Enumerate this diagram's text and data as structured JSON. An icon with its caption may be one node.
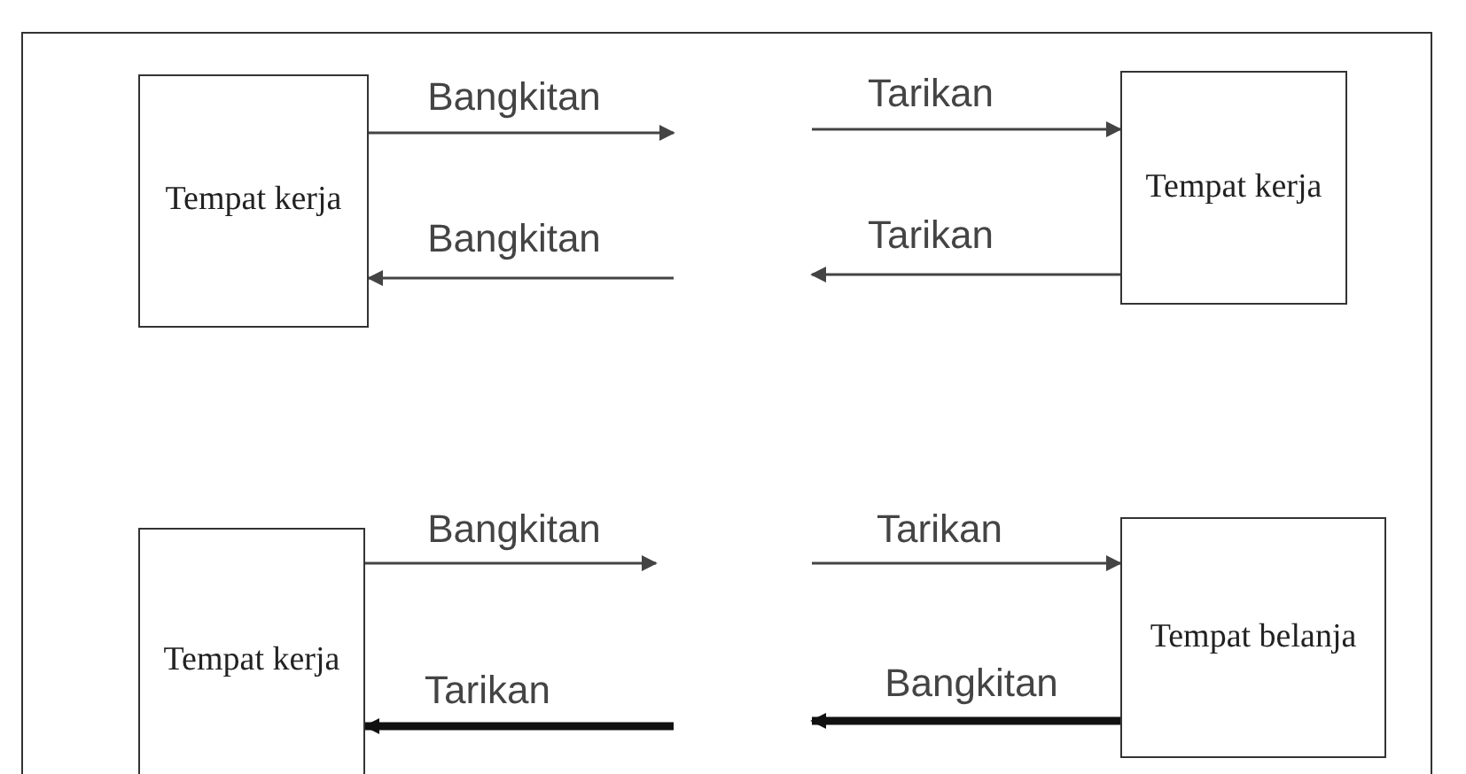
{
  "diagram": {
    "nodes": [
      {
        "text": [
          "Tempat kerja"
        ]
      },
      {
        "text": [
          "Tempat kerja"
        ]
      },
      {
        "text": [
          "Tempat kerja"
        ]
      },
      {
        "text": [
          "Tempat belanja"
        ]
      }
    ],
    "edges": [
      {
        "from": 0,
        "to": null,
        "arrow": "to",
        "label": "Bangkitan"
      },
      {
        "from": null,
        "to": 0,
        "arrow": "to",
        "label": "Bangkitan"
      },
      {
        "from": null,
        "to": 1,
        "arrow": "to",
        "label": "Tarikan"
      },
      {
        "from": 1,
        "to": null,
        "arrow": "to",
        "label": "Tarikan"
      },
      {
        "from": 2,
        "to": null,
        "arrow": "to",
        "label": "Bangkitan"
      },
      {
        "from": null,
        "to": 2,
        "arrow": "to",
        "label": "Tarikan",
        "style": "thick"
      },
      {
        "from": null,
        "to": 3,
        "arrow": "to",
        "label": "Tarikan"
      },
      {
        "from": 3,
        "to": null,
        "arrow": "to",
        "label": "Bangkitan",
        "style": "thick"
      }
    ]
  }
}
